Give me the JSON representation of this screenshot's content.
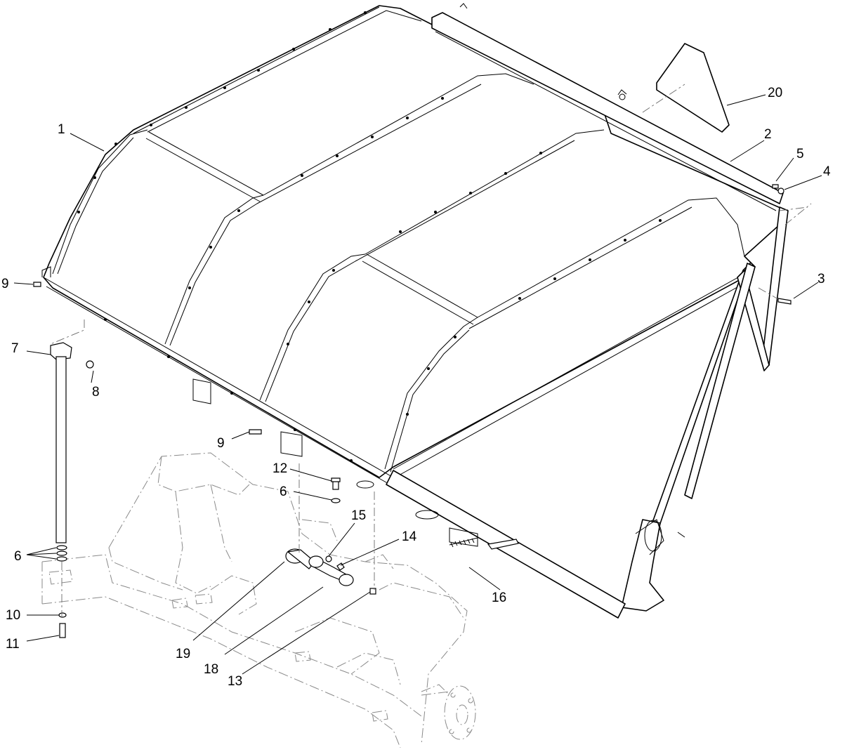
{
  "diagram": {
    "callouts": [
      {
        "id": "c1",
        "label": "1"
      },
      {
        "id": "c2",
        "label": "2"
      },
      {
        "id": "c3",
        "label": "3"
      },
      {
        "id": "c4",
        "label": "4"
      },
      {
        "id": "c5",
        "label": "5"
      },
      {
        "id": "c6a",
        "label": "6"
      },
      {
        "id": "c6b",
        "label": "6"
      },
      {
        "id": "c7",
        "label": "7"
      },
      {
        "id": "c8",
        "label": "8"
      },
      {
        "id": "c9a",
        "label": "9"
      },
      {
        "id": "c9b",
        "label": "9"
      },
      {
        "id": "c10",
        "label": "10"
      },
      {
        "id": "c11",
        "label": "11"
      },
      {
        "id": "c12",
        "label": "12"
      },
      {
        "id": "c13",
        "label": "13"
      },
      {
        "id": "c14",
        "label": "14"
      },
      {
        "id": "c15",
        "label": "15"
      },
      {
        "id": "c16",
        "label": "16"
      },
      {
        "id": "c18",
        "label": "18"
      },
      {
        "id": "c19",
        "label": "19"
      },
      {
        "id": "c20",
        "label": "20"
      }
    ]
  }
}
